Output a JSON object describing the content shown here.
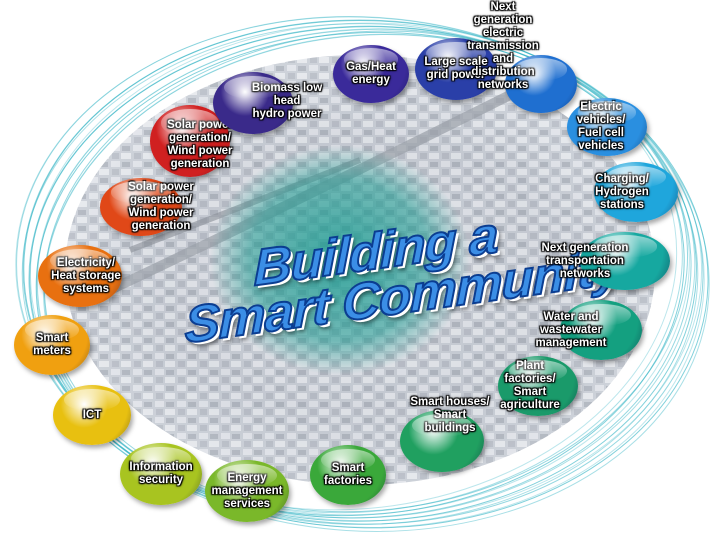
{
  "title": {
    "line1": "Building a",
    "line2": "Smart Community"
  },
  "nodes": [
    {
      "label": "Gas/Heat\nenergy",
      "color": "#3a2a9a"
    },
    {
      "label": "Large scale\ngrid power",
      "color": "#2a3fa8"
    },
    {
      "label": "Next generation\nelectric\ntransmission and\ndistribution\nnetworks",
      "color": "#1f6fd0"
    },
    {
      "label": "Electric vehicles/\nFuel cell vehicles",
      "color": "#2a8fe0"
    },
    {
      "label": "Charging/\nHydrogen stations",
      "color": "#1fa6dc"
    },
    {
      "label": "Next generation\ntransportation networks",
      "color": "#16a8a0"
    },
    {
      "label": "Water and wastewater\nmanagement",
      "color": "#14a080"
    },
    {
      "label": "Plant factories/\nSmart agriculture",
      "color": "#1a9a6a"
    },
    {
      "label": "Smart houses/\nSmart buildings",
      "color": "#20a060"
    },
    {
      "label": "Smart\nfactories",
      "color": "#3aa83a"
    },
    {
      "label": "Energy\nmanagement\nservices",
      "color": "#7ab82a"
    },
    {
      "label": "Information\nsecurity",
      "color": "#a8c420"
    },
    {
      "label": "ICT",
      "color": "#e8c010"
    },
    {
      "label": "Smart\nmeters",
      "color": "#f0a010"
    },
    {
      "label": "Electricity/\nHeat storage\nsystems",
      "color": "#e87010"
    },
    {
      "label": "Solar power generation/\nWind power generation",
      "color": "#e04818"
    },
    {
      "label": "Solar power\ngeneration/\nWind power\ngeneration",
      "color": "#d02020"
    },
    {
      "label": "Biomass low head\nhydro power",
      "color": "#3a2a8a"
    }
  ],
  "colors": {
    "ring": "#3fb8c8",
    "center_glow": "#1a9a90",
    "title_fill": "#3b8ee6",
    "title_stroke": "#0b3d91"
  }
}
